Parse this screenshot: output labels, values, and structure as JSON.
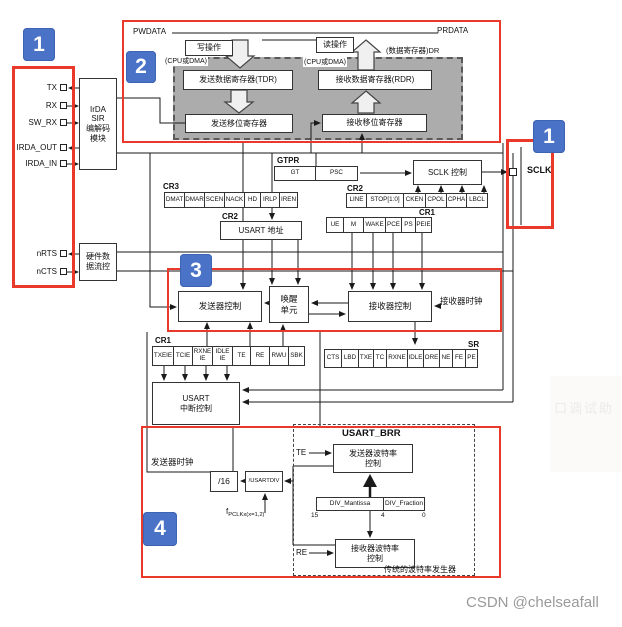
{
  "colors": {
    "badge_blue": "#4A73C8",
    "outline_red": "#E8392B",
    "gray_fill": "#ACACAC"
  },
  "badges": {
    "one": "1",
    "two": "2",
    "three": "3",
    "four": "4"
  },
  "top_bus": {
    "pwdata": "PWDATA",
    "prdata": "PRDATA",
    "write_op": "写操作",
    "read_op": "读操作",
    "cpu_or_dma": "(CPU或DMA)",
    "data_reg_dr": "(数据寄存器)DR"
  },
  "pins": {
    "left": [
      {
        "label": "TX"
      },
      {
        "label": "RX"
      },
      {
        "label": "SW_RX"
      },
      {
        "label": "IRDA_OUT"
      },
      {
        "label": "IRDA_IN"
      },
      {
        "label": "nRTS"
      },
      {
        "label": "nCTS"
      }
    ],
    "sclk": "SCLK"
  },
  "blocks": {
    "irda": [
      "IrDA",
      "SIR",
      "编解码",
      "模块"
    ],
    "hw_flow": [
      "硬件数",
      "据流控"
    ],
    "tdr": "发送数据寄存器(TDR)",
    "tx_shift": "发送移位寄存器",
    "rdr": "接收数据寄存器(RDR)",
    "rx_shift": "接收移位寄存器",
    "sclk_ctrl": "SCLK 控制",
    "usart_addr": "USART 地址",
    "tx_ctrl": "发送器控制",
    "wakeup": [
      "唤醒",
      "单元"
    ],
    "rx_ctrl": "接收器控制",
    "usart_int": [
      "USART",
      "中断控制"
    ],
    "div16": "/16",
    "usartdiv": "/USARTDIV",
    "tx_baud": [
      "发送器波特率",
      "控制"
    ],
    "rx_baud": [
      "接收器波特率",
      "控制"
    ]
  },
  "registers": {
    "gtpr": {
      "label": "GTPR",
      "cells": [
        "GT",
        "PSC"
      ]
    },
    "cr3": {
      "label": "CR3",
      "cells": [
        "DMAT",
        "DMAR",
        "SCEN",
        "NACK",
        "HD",
        "IRLP",
        "IREN"
      ]
    },
    "cr2_top": {
      "label": "CR2",
      "cells": [
        "LINE",
        "STOP[1:0]",
        "CKEN",
        "CPOL",
        "CPHA",
        "LBCL"
      ]
    },
    "cr1_top": {
      "label": "CR1",
      "cells": [
        "UE",
        "M",
        "WAKE",
        "PCE",
        "PS",
        "PEIE"
      ]
    },
    "cr2_addr_label": "CR2",
    "cr1_bottom": {
      "label": "CR1",
      "cells": [
        "TXEIE",
        "TCIE",
        "RXNE IE",
        "IDLE IE",
        "TE",
        "RE",
        "RWU",
        "SBK"
      ]
    },
    "sr": {
      "label": "SR",
      "cells": [
        "CTS",
        "LBD",
        "TXE",
        "TC",
        "RXNE",
        "IDLE",
        "ORE",
        "NE",
        "FE",
        "PE"
      ]
    },
    "brr": {
      "title": "USART_BRR",
      "mantissa": "DIV_Mantissa",
      "fraction": "DIV_Fraction",
      "bit15": "15",
      "bit4": "4",
      "bit0": "0"
    }
  },
  "labels": {
    "rx_clock": "接收器时钟",
    "tx_clock": "发送器时钟",
    "te": "TE",
    "re": "RE",
    "fpclk_base": "f",
    "fpclk_sub": "PCLKx(x=1,2)",
    "legacy_gen": "传统的波特率发生器"
  },
  "watermark": "CSDN @chelseafall",
  "faint_overlay": "口调试助"
}
